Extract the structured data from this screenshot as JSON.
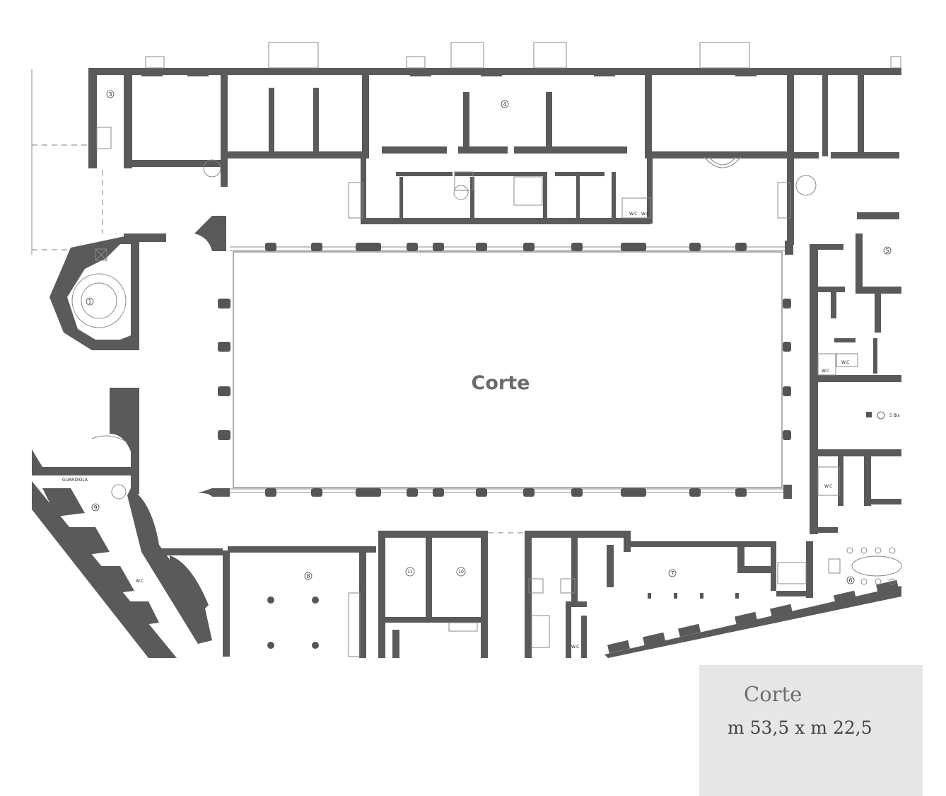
{
  "courtyard_label": "Corte",
  "info": {
    "title": "Corte",
    "dimensions": "m 53,5 x m 22,5"
  },
  "rooms": {
    "r1": "1",
    "r3": "3",
    "r4": "4",
    "r5": "5",
    "r5bis": "5 Bis",
    "r6": "6",
    "r7": "7",
    "r8": "8",
    "r9": "9",
    "r10": "10",
    "r11": "11"
  },
  "labels": {
    "guardiola": "GUARDIOLA",
    "wc": "W.C"
  }
}
